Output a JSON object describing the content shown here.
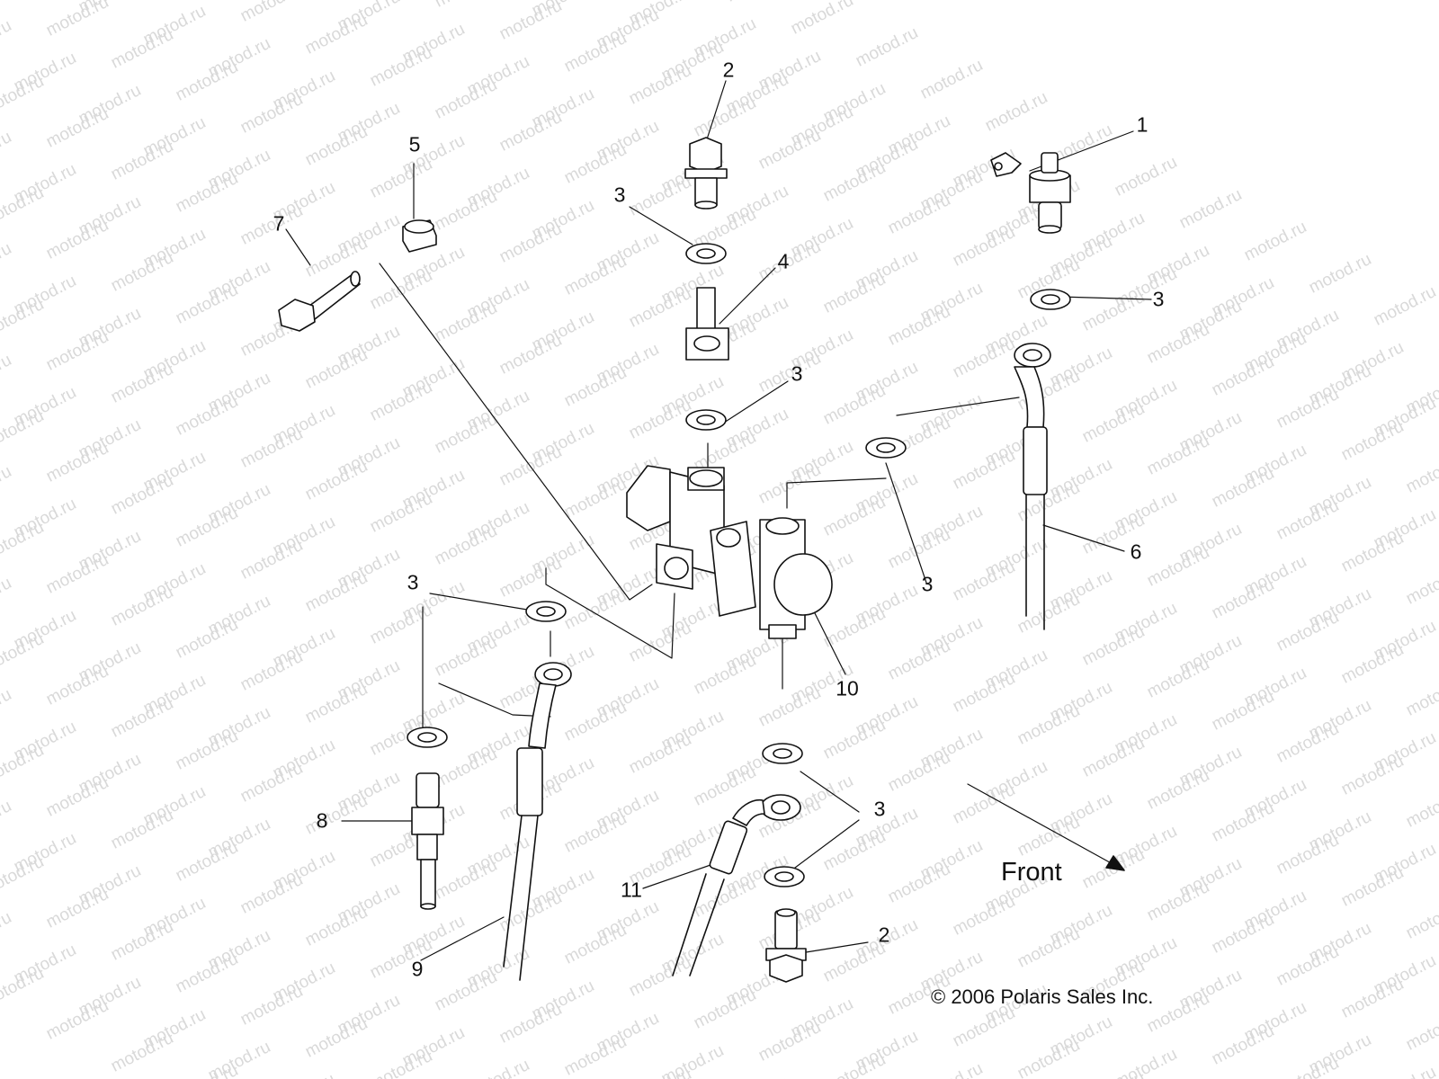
{
  "watermark": "motod.ru",
  "front_label": "Front",
  "copyright": "© 2006 Polaris Sales Inc.",
  "callouts": [
    "1",
    "2",
    "3",
    "4",
    "5",
    "6",
    "7",
    "8",
    "9",
    "10",
    "11"
  ],
  "parts": [
    {
      "id": "1",
      "icon": "brake-light-switch-icon"
    },
    {
      "id": "2",
      "icon": "banjo-bolt-icon"
    },
    {
      "id": "3",
      "icon": "sealing-washer-icon"
    },
    {
      "id": "4",
      "icon": "banjo-fitting-icon"
    },
    {
      "id": "5",
      "icon": "grommet-icon"
    },
    {
      "id": "6",
      "icon": "brake-line-icon"
    },
    {
      "id": "7",
      "icon": "mounting-bolt-icon"
    },
    {
      "id": "8",
      "icon": "bleeder-fitting-icon"
    },
    {
      "id": "9",
      "icon": "brake-line-icon"
    },
    {
      "id": "10",
      "icon": "brake-distribution-block-icon"
    },
    {
      "id": "11",
      "icon": "brake-line-icon"
    }
  ],
  "colors": {
    "ink": "#111111",
    "watermark": "#d9d9d9",
    "background": "#ffffff"
  }
}
